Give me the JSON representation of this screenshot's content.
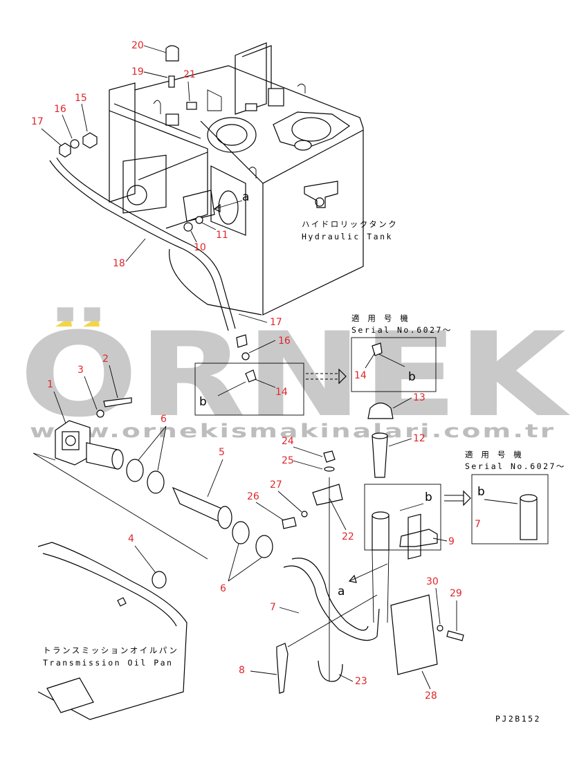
{
  "watermark": {
    "brand": "ÖRNEK",
    "url": "www.ornekismakinalari.com.tr",
    "accent_color": "#f2d64a",
    "text_color": "#c9c9c9"
  },
  "labels": {
    "hydraulic_tank_jp": "ハイドロリックタンク",
    "hydraulic_tank_en": "Hydraulic Tank",
    "transmission_pan_jp": "トランスミッションオイルパン",
    "transmission_pan_en": "Transmission Oil Pan",
    "serial_title_jp": "適 用 号 機",
    "serial_note": "Serial No.6027～",
    "drawing_code": "PJ2B152",
    "ref_a": "a",
    "ref_b": "b"
  },
  "part_numbers": {
    "p1": "1",
    "p2": "2",
    "p3": "3",
    "p4": "4",
    "p5": "5",
    "p6": "6",
    "p7": "7",
    "p8": "8",
    "p9": "9",
    "p10": "10",
    "p11": "11",
    "p12": "12",
    "p13": "13",
    "p14": "14",
    "p15": "15",
    "p16": "16",
    "p17": "17",
    "p18": "18",
    "p19": "19",
    "p20": "20",
    "p21": "21",
    "p22": "22",
    "p23": "23",
    "p24": "24",
    "p25": "25",
    "p26": "26",
    "p27": "27",
    "p28": "28",
    "p29": "29",
    "p30": "30"
  }
}
